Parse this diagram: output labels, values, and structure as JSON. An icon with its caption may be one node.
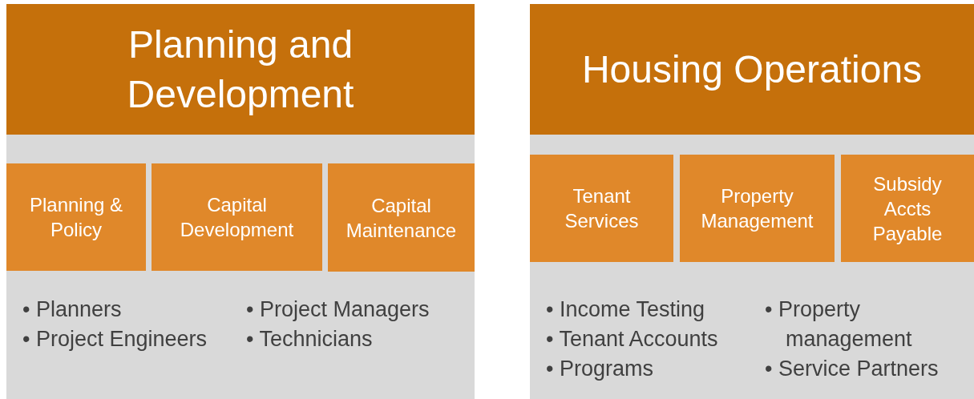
{
  "diagram": {
    "nodes": [
      {
        "text": [
          "Planning and Development",
          "• Planners",
          "• Project Engineers",
          "• Project Managers",
          "• Technicians"
        ]
      },
      {
        "text": [
          "Planning & Policy"
        ],
        "in": 0
      },
      {
        "text": [
          "Capital Development"
        ],
        "in": 0
      },
      {
        "text": [
          "Capital Maintenance"
        ],
        "in": 0
      },
      {
        "text": [
          "Housing Operations",
          "• Income Testing",
          "• Tenant Accounts",
          "• Programs",
          "• Property management",
          "• Service Partners"
        ]
      },
      {
        "text": [
          "Tenant Services"
        ],
        "in": 4
      },
      {
        "text": [
          "Property Management"
        ],
        "in": 4
      },
      {
        "text": [
          "Subsidy Accts Payable"
        ],
        "in": 4
      }
    ],
    "edges": []
  }
}
